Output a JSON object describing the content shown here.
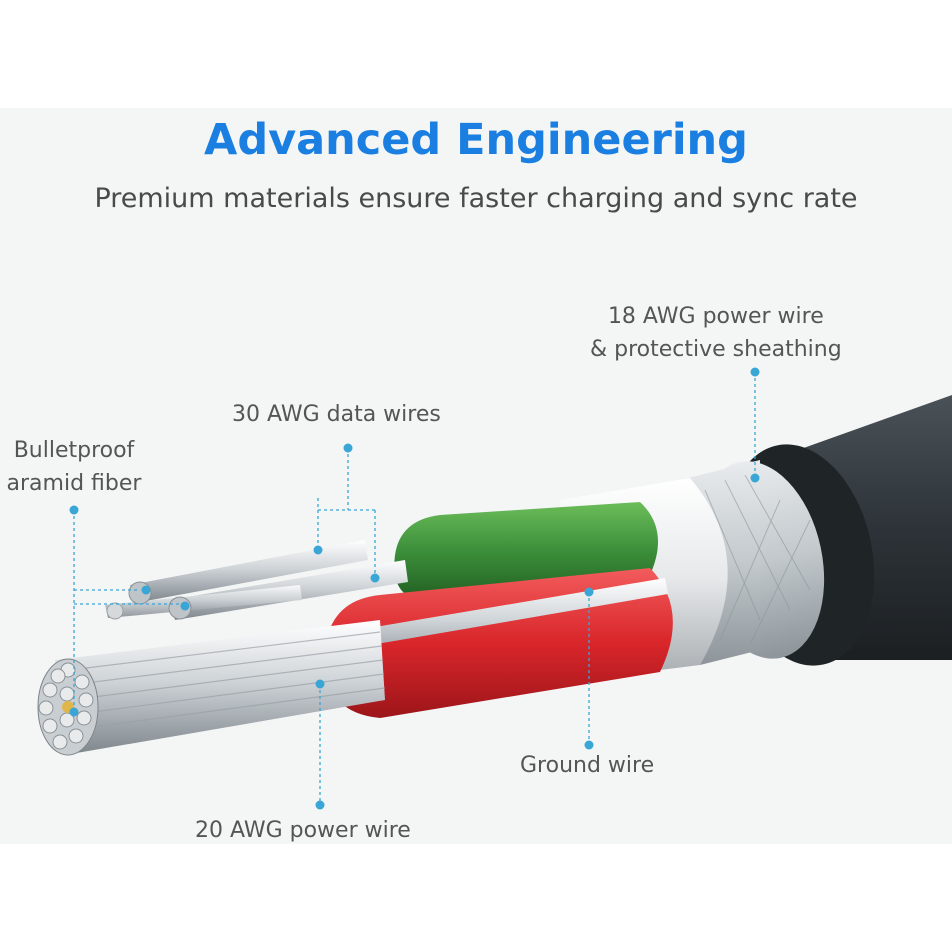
{
  "header": {
    "title": "Advanced Engineering",
    "subtitle": "Premium materials ensure faster charging and sync rate"
  },
  "labels": {
    "power18": [
      "18 AWG power wire",
      "& protective sheathing"
    ],
    "data30": "30 AWG data wires",
    "aramid": [
      "Bulletproof",
      "aramid fiber"
    ],
    "ground": "Ground wire",
    "power20": "20 AWG power wire"
  },
  "colors": {
    "accent": "#1a7fe0",
    "callout": "#3aa6d6",
    "jacket": "#2a3035",
    "green_wire": "#3c8f3a",
    "red_wire": "#d9262b"
  }
}
